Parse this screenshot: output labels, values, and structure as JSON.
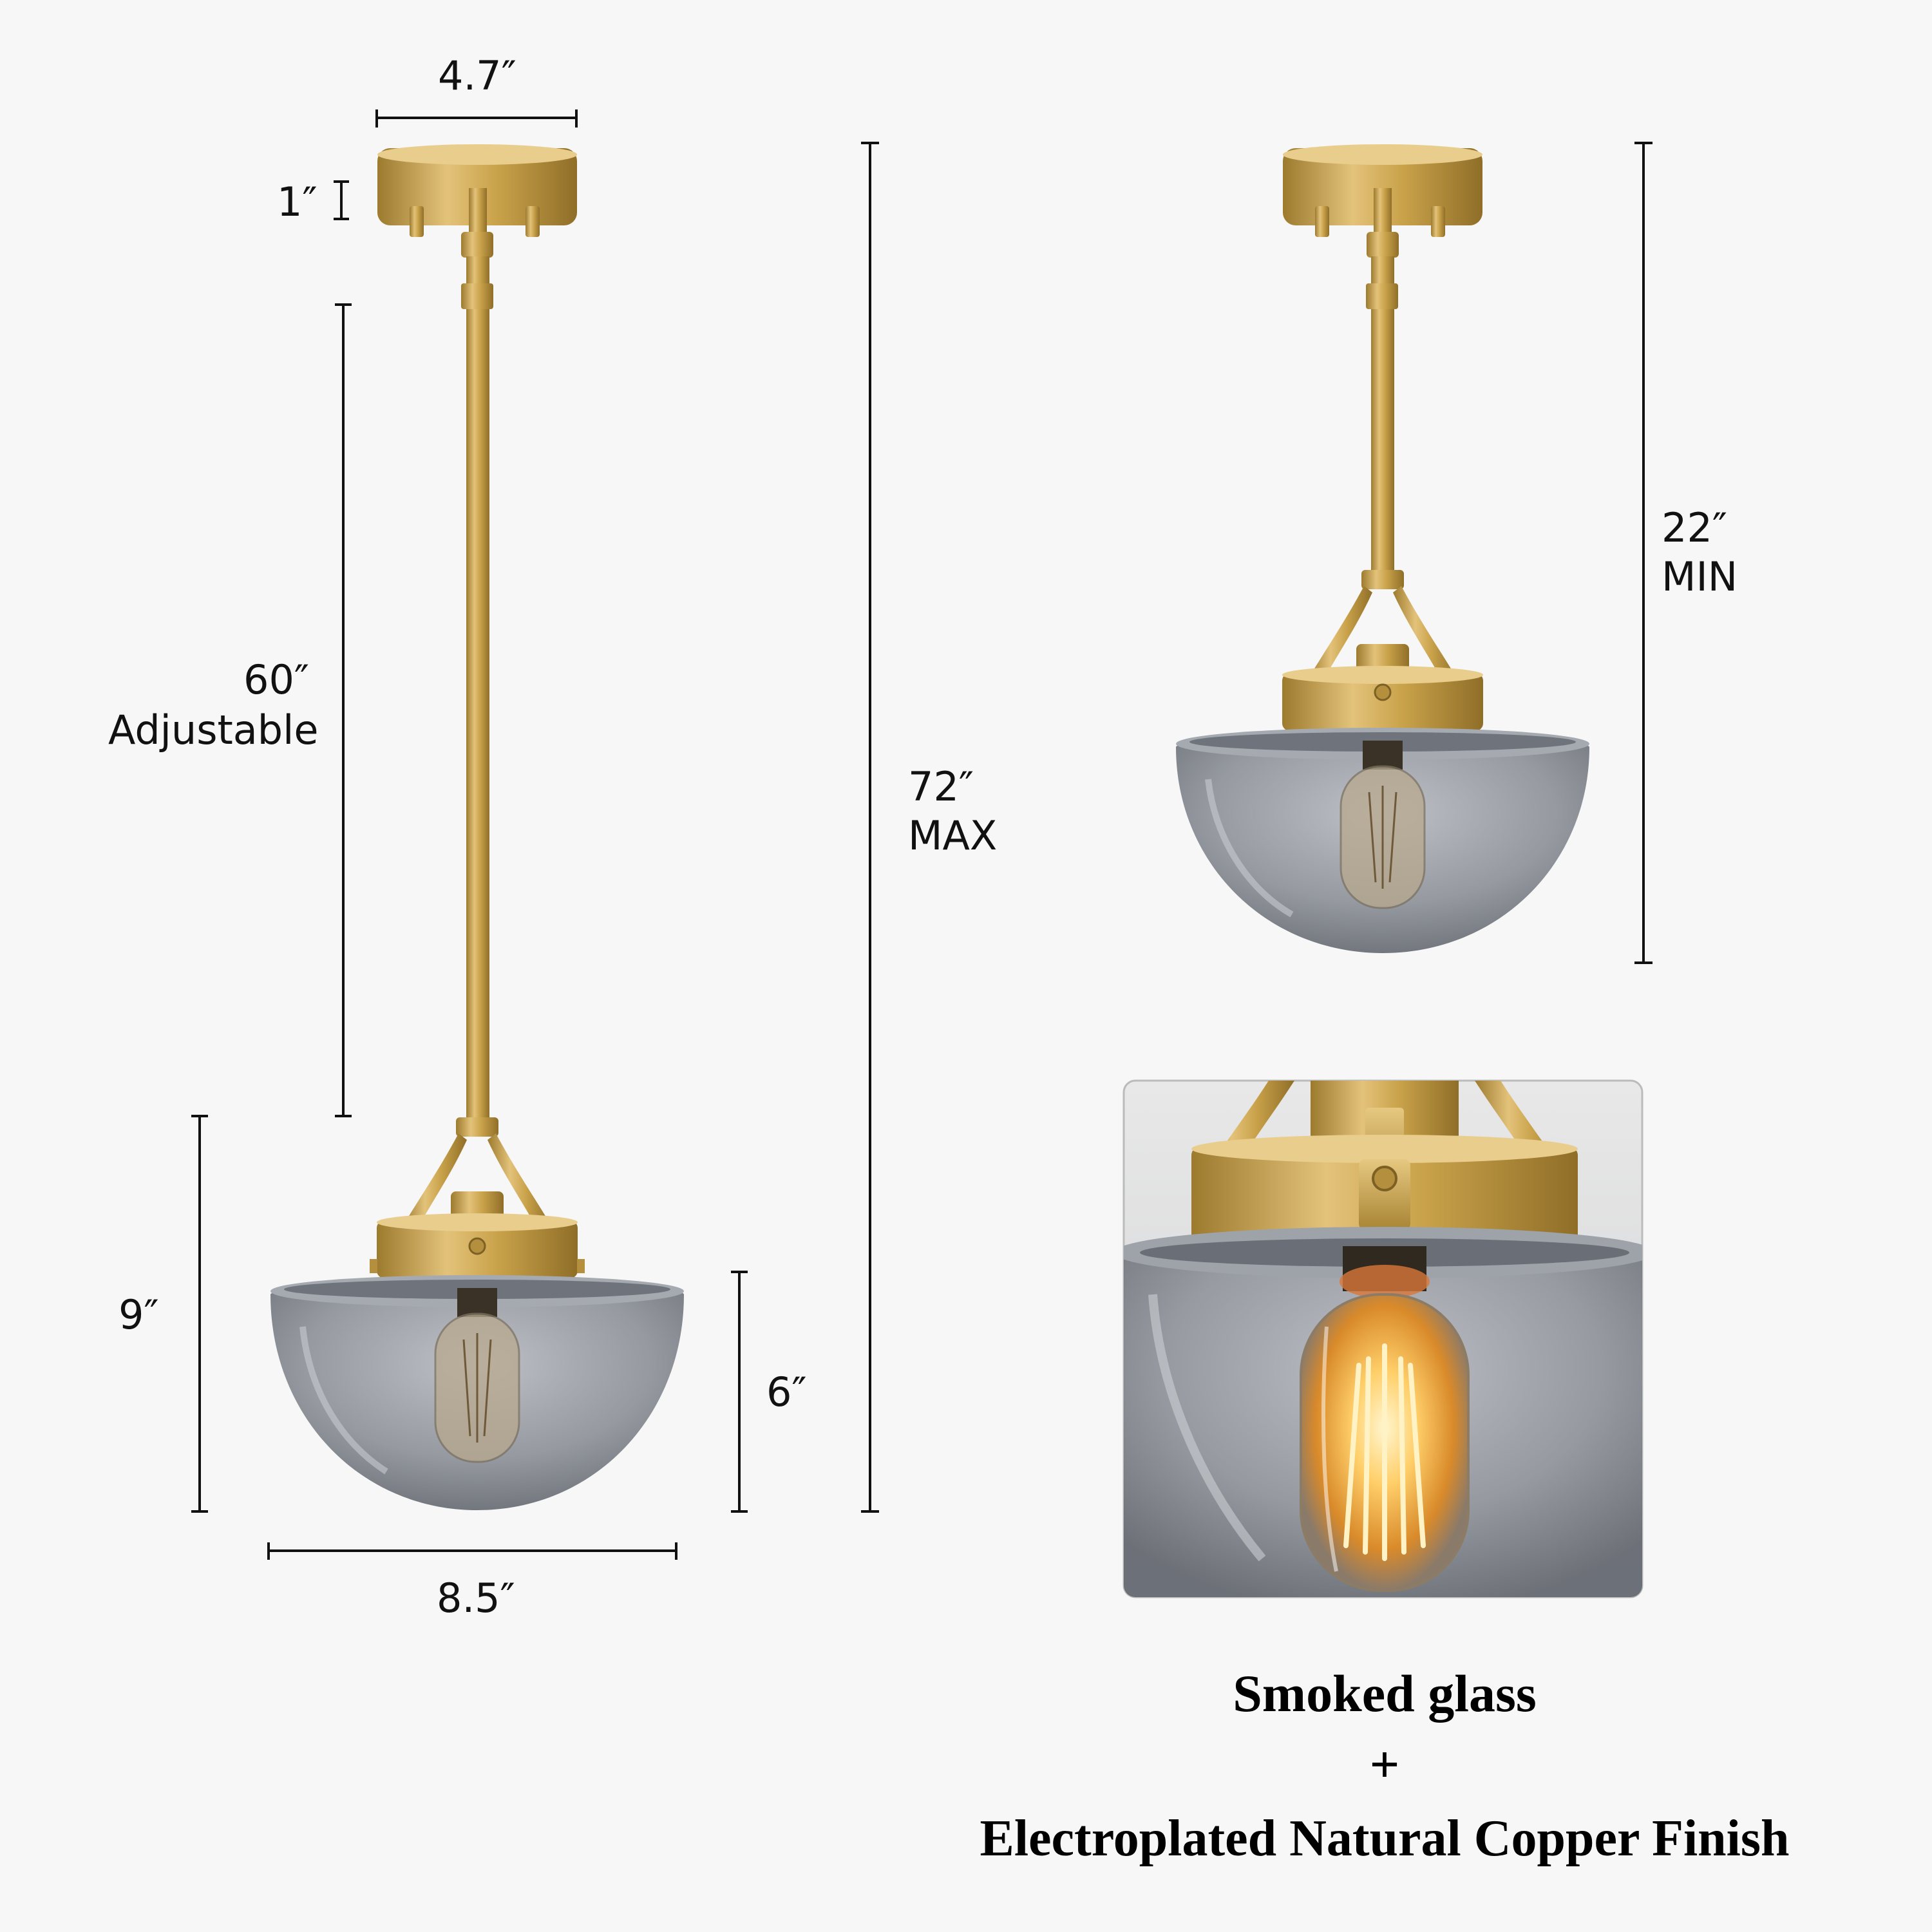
{
  "dimensions": {
    "canopy_width": "4.7″",
    "canopy_height": "1″",
    "rod_length": "60″",
    "rod_note": "Adjustable",
    "total_max": "72″",
    "total_max_note": "MAX",
    "total_min": "22″",
    "total_min_note": "MIN",
    "fixture_height": "9″",
    "shade_height": "6″",
    "shade_width": "8.5″"
  },
  "caption": {
    "line1": "Smoked glass",
    "plus": "+",
    "line2": "Electroplated Natural Copper Finish"
  },
  "colors": {
    "brass": "#c9a24a",
    "glass": "#8e939c",
    "line": "#111111",
    "background": "#f7f7f7"
  }
}
